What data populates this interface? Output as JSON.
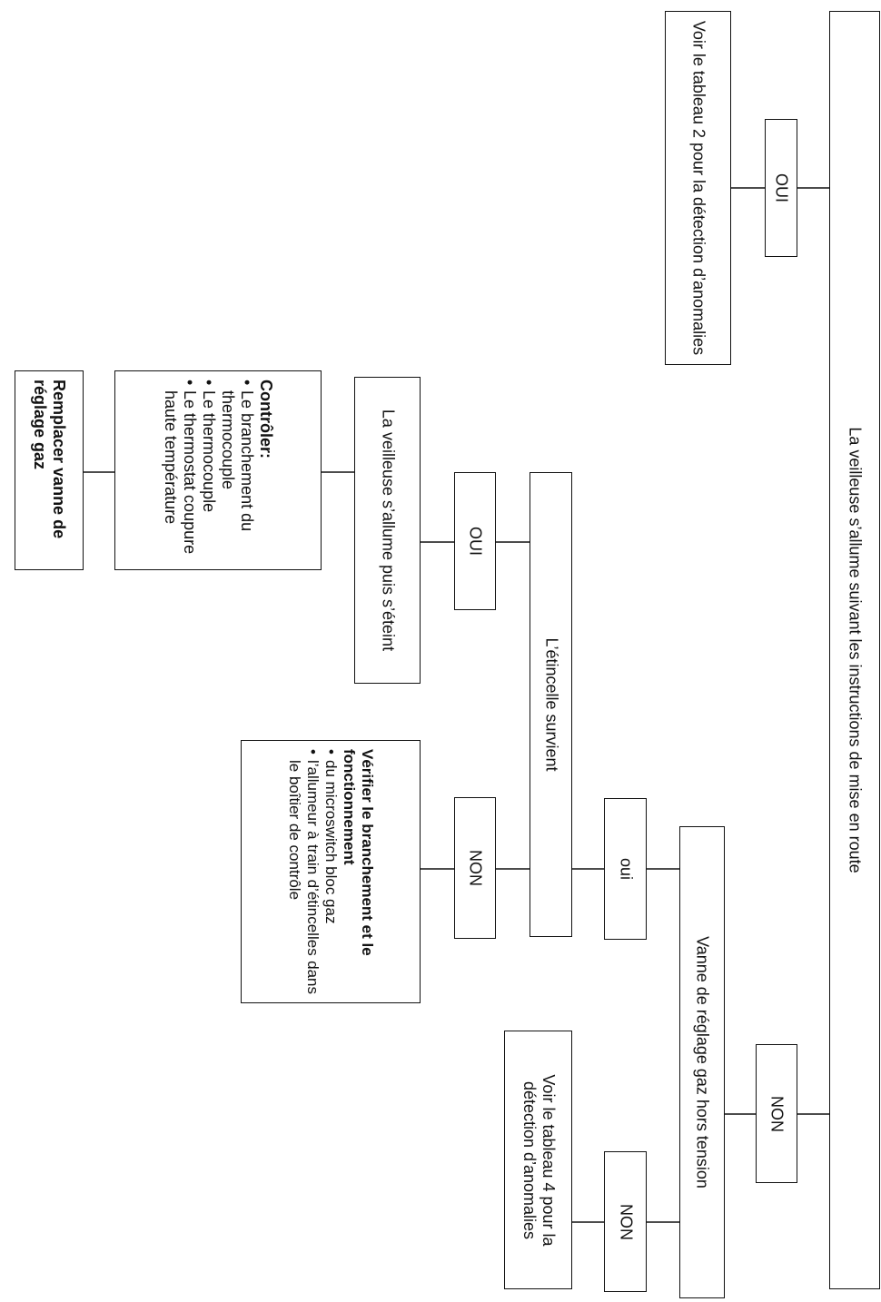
{
  "nodes": {
    "root": "La veilleuse s’allume suivant les instructions de mise en route",
    "oui_top": "OUI",
    "see_table2": "Voir le tableau 2 pour la détection d’anomalies",
    "non_top": "NON",
    "vanne_hors_tension": "Vanne de réglage gaz hors tension",
    "non_vanne": "NON",
    "see_table4": "Voir le tableau 4 pour la détection d’anomalies",
    "oui_vanne": "oui",
    "etincelle": "L’étincelle survient",
    "oui_etincelle": "OUI",
    "non_etincelle": "NON",
    "allume_eteint": "La veilleuse s’allume puis s’éteint",
    "controler": {
      "title": "Contrôler:",
      "items": [
        "Le branchement du thermocouple",
        "Le thermocouple",
        "Le thermostat coupure haute température"
      ]
    },
    "remplacer": "Remplacer vanne de réglage gaz",
    "verifier": {
      "title": "Vérifier le branchement et le fonctionnement",
      "items": [
        "du microswitch bloc gaz",
        "l’allumeur à train d’étincelles dans le boîtier de contrôle"
      ]
    }
  }
}
